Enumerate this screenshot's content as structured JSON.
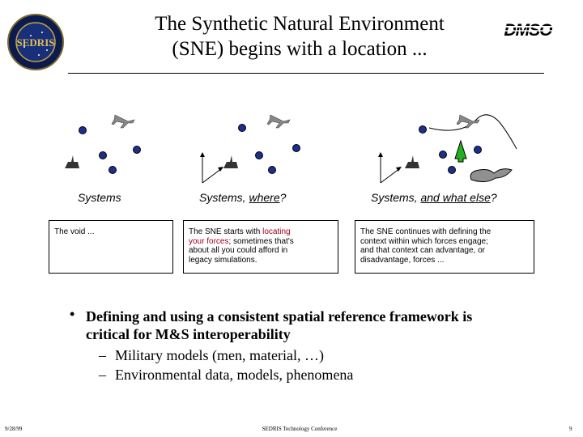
{
  "header": {
    "title_line1": "The Synthetic Natural Environment",
    "title_line2": "(SNE) begins with a location ...",
    "logo_left_text": "SEDRIS",
    "logo_right_text": "DMSO"
  },
  "panels": [
    {
      "caption": "Systems",
      "description": "The void ..."
    },
    {
      "caption_prefix": "Systems, ",
      "caption_underlined": "where",
      "caption_suffix": "?",
      "desc_line1_plain": "The SNE starts with ",
      "desc_line1_red": "locating",
      "desc_line2_red": "your forces",
      "desc_line2_plain": "; sometimes that's",
      "desc_line3": "about all you could afford in",
      "desc_line4": "legacy simulations."
    },
    {
      "caption_prefix": "Systems, ",
      "caption_underlined": "and what else",
      "caption_suffix": "?",
      "desc_line1": "The SNE continues with defining the",
      "desc_line2": "context within which forces engage;",
      "desc_line3": "and that context can advantage, or",
      "desc_line4": "disadvantage, forces ..."
    }
  ],
  "bullet": {
    "symbol": "•",
    "line1": "Defining and using a consistent spatial reference framework is",
    "line2": "critical for M&S interoperability",
    "subitems": [
      "Military models (men, material, …)",
      "Environmental data, models, phenomena"
    ],
    "sub_dash": "–"
  },
  "footer": {
    "date": "9/28/99",
    "conference": "SEDRIS Technology Conference",
    "page": "9"
  },
  "colors": {
    "dot_fill": "#1c2f8f",
    "red_text": "#a00018",
    "tree_green": "#20b020",
    "terrain_gray": "#909090"
  }
}
